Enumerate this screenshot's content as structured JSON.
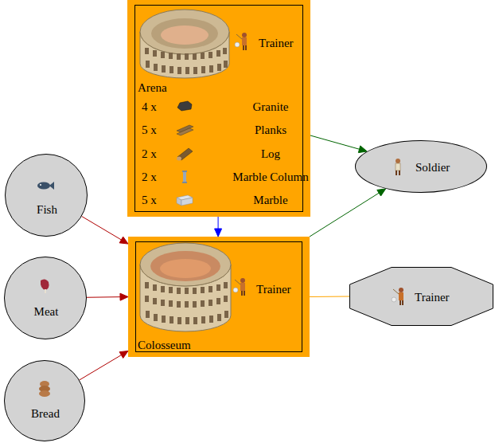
{
  "diagram": {
    "nodes": [
      {
        "text": [
          "Trainer",
          "Arena",
          "4 x",
          "Granite",
          "5 x",
          "Planks",
          "2 x",
          "Log",
          "2 x",
          "Marble Column",
          "5 x",
          "Marble"
        ]
      },
      {
        "text": [
          "Soldier"
        ]
      },
      {
        "text": [
          "Fish"
        ]
      },
      {
        "text": [
          "Trainer",
          "Colosseum"
        ]
      },
      {
        "text": [
          "Meat"
        ]
      },
      {
        "text": [
          "Trainer"
        ]
      },
      {
        "text": [
          "Bread"
        ]
      }
    ],
    "edges": [
      {
        "from": 0,
        "to": 1,
        "arrow": "to"
      },
      {
        "from": 0,
        "to": 3,
        "arrow": "to"
      },
      {
        "from": 2,
        "to": 3,
        "arrow": "to"
      },
      {
        "from": 4,
        "to": 3,
        "arrow": "to"
      },
      {
        "from": 6,
        "to": 3,
        "arrow": "to"
      },
      {
        "from": 3,
        "to": 1,
        "arrow": "to"
      },
      {
        "from": 3,
        "to": 5,
        "arrow": "none"
      }
    ]
  }
}
